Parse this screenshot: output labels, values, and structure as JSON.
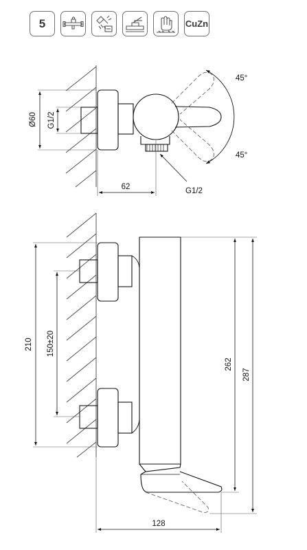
{
  "badges": [
    {
      "kind": "text",
      "text": "5",
      "icon": "warranty-years"
    },
    {
      "kind": "icon",
      "icon": "wall-mount-mixer-icon"
    },
    {
      "kind": "icon",
      "icon": "water-saving-icon"
    },
    {
      "kind": "icon",
      "icon": "single-lever-icon"
    },
    {
      "kind": "icon",
      "icon": "easy-clean-icon"
    },
    {
      "kind": "text",
      "text": "CuZn",
      "icon": "brass-material"
    }
  ],
  "top_view": {
    "diameter_label": "Ø60",
    "thread_label_left": "G1/2",
    "thread_label_outlet": "G1/2",
    "depth_label": "62",
    "angle_up_label": "45°",
    "angle_down_label": "45°"
  },
  "side_view": {
    "height_total_label": "210",
    "spacing_label": "150±20",
    "body_height_label": "262",
    "overall_height_label": "287",
    "projection_label": "128"
  }
}
